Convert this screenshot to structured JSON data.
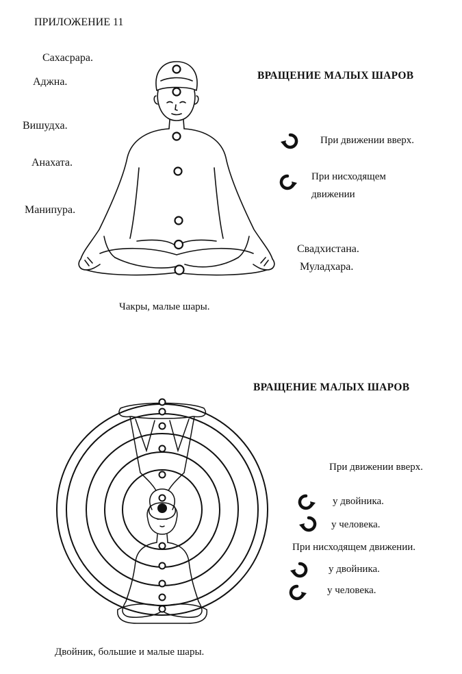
{
  "appendix_title": "ПРИЛОЖЕНИЕ 11",
  "figure1": {
    "heading": "ВРАЩЕНИЕ МАЛЫХ ШАРОВ",
    "chakras": {
      "sahasrara": "Сахасрара.",
      "ajna": "Аджна.",
      "vishuddha": "Вишудха.",
      "anahata": "Анахата.",
      "manipura": "Манипура.",
      "svadhisthana": "Свадхистана.",
      "muladhara": "Муладхара."
    },
    "legend": {
      "up": "При движении вверх.",
      "down_line1": "При нисходящем",
      "down_line2": "движении",
      "up_icon": "clockwise-arrow-icon",
      "down_icon": "counterclockwise-arrow-icon"
    },
    "caption": "Чакры, малые шары."
  },
  "figure2": {
    "heading": "ВРАЩЕНИЕ МАЛЫХ ШАРОВ",
    "up_title": "При движении вверх.",
    "up_double": "у двойника.",
    "up_human": "у человека.",
    "down_title": "При нисходящем движении.",
    "down_double": "у двойника.",
    "down_human": "у человека.",
    "caption": "Двойник, большие и малые шары."
  }
}
